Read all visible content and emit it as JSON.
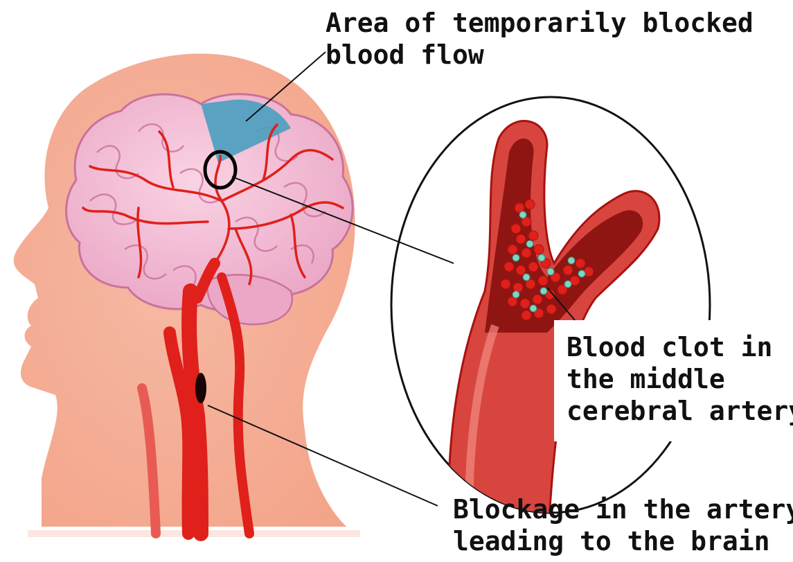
{
  "labels": {
    "area": [
      "Area of temporarily blocked",
      "blood flow"
    ],
    "clot": [
      "Blood clot in",
      "the middle",
      "cerebral artery"
    ],
    "blockage": [
      "Blockage in the artery",
      "leading to the brain"
    ]
  },
  "colors": {
    "skin": "#f0a88e",
    "skin_light": "#f7c9b5",
    "brain": "#f2b3cf",
    "brain_fold": "#c9729c",
    "artery": "#e0201a",
    "artery_dark": "#a8120f",
    "blocked_area": "#4a9fbf",
    "clot_green": "#7fd6c2"
  }
}
